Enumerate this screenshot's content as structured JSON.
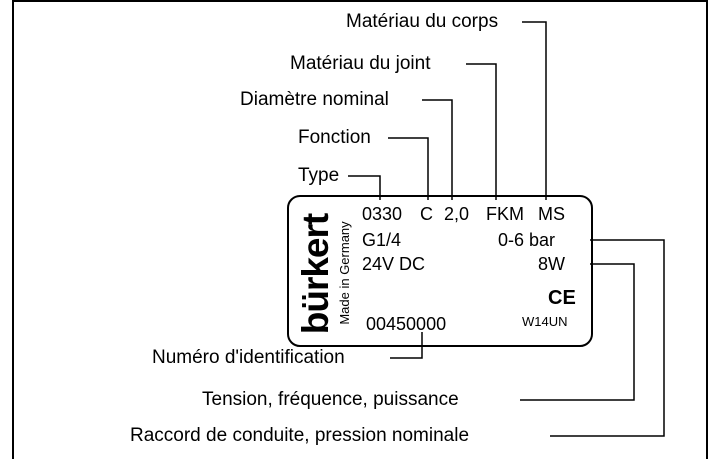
{
  "callouts": {
    "materiau_corps": "Matériau du corps",
    "materiau_joint": "Matériau du joint",
    "diametre_nominal": "Diamètre nominal",
    "fonction": "Fonction",
    "type": "Type",
    "numero_identification": "Numéro d'identification",
    "tension": "Tension, fréquence, puissance",
    "raccord": "Raccord de conduite, pression nominale"
  },
  "plate": {
    "brand": "bürkert",
    "made_in": "Made in Germany",
    "type_code": "0330",
    "function_code": "C",
    "diameter": "2,0",
    "seal_material": "FKM",
    "body_material": "MS",
    "connection": "G1/4",
    "pressure": "0-6 bar",
    "voltage": "24V DC",
    "power": "8W",
    "ce_mark": "CE",
    "ident_number": "00450000",
    "code": "W14UN"
  }
}
